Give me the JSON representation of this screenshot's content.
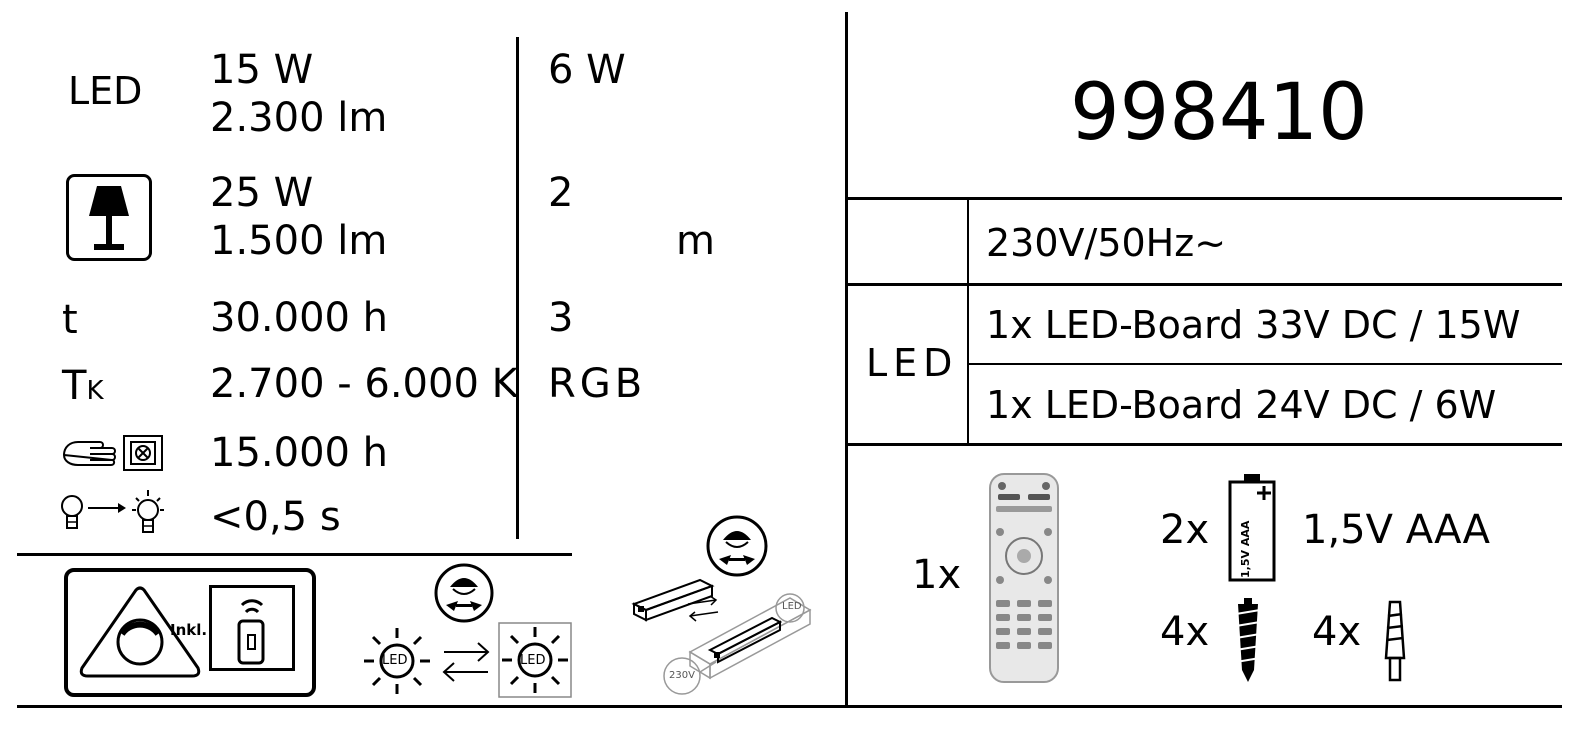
{
  "led": {
    "label": "LED",
    "col1_line1": "15 W",
    "col1_line2": "2.300 lm",
    "col2": "6 W"
  },
  "lamp": {
    "icon": "table-lamp-icon",
    "col1_line1": "25 W",
    "col1_line2": "1.500 lm",
    "col2_line1": "2",
    "col2_line2": "m"
  },
  "lifetime": {
    "label": "t",
    "col1": "30.000 h",
    "col2": "3"
  },
  "color_temp": {
    "label_main": "T",
    "label_sub": "K",
    "col1": "2.700 - 6.000 K",
    "col2": "RGB"
  },
  "switching": {
    "icon": "hand-switch-icon",
    "col1": "15.000 h"
  },
  "warmup": {
    "icon": "bulb-warmup-icon",
    "col1": "<0,5 s"
  },
  "remote_box": {
    "label": "Inkl."
  },
  "led_replace": {
    "label": "LED"
  },
  "driver": {
    "label_led": "LED",
    "label_230": "230V"
  },
  "article_number": "998410",
  "power": "230V/50Hz~",
  "led_boards": {
    "label": "LED",
    "board1": "1x LED-Board 33V DC / 15W",
    "board2": "1x LED-Board 24V DC / 6W"
  },
  "accessories": {
    "remote_qty": "1x",
    "battery_qty": "2x",
    "battery_text": "1,5V AAA",
    "battery_label": "1,5V AAA",
    "screw_qty": "4x",
    "dowel_qty": "4x"
  }
}
